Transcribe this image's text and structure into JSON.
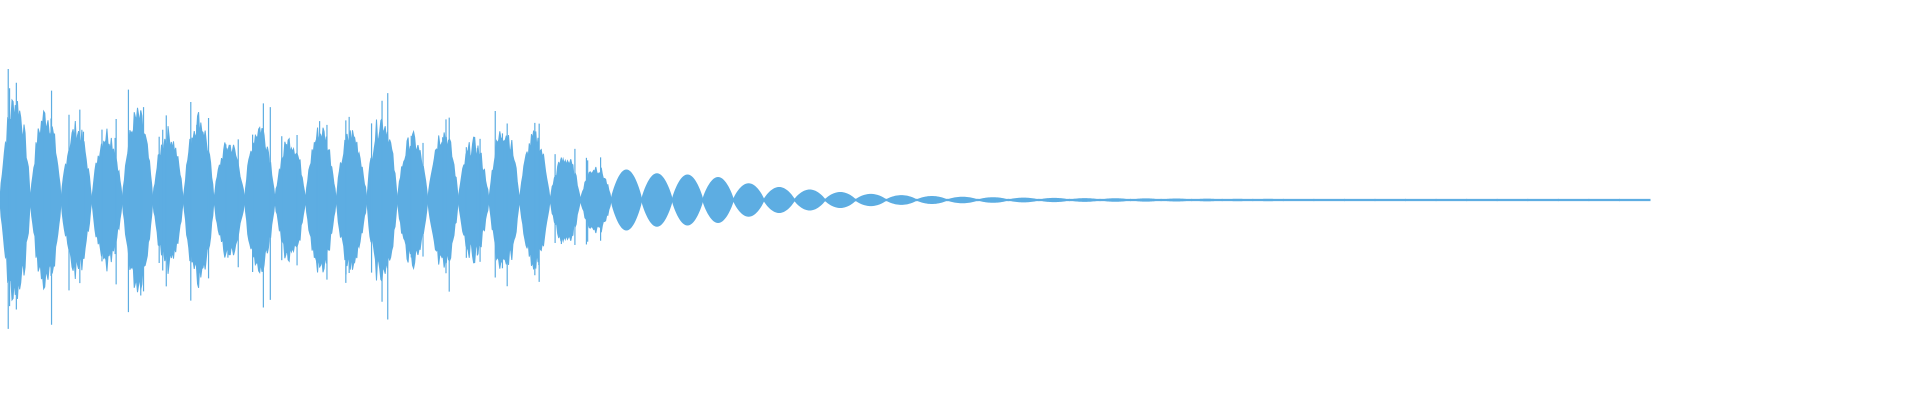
{
  "waveform": {
    "color": "#5dade2",
    "background": "#ffffff",
    "pulses": [
      {
        "amp": 0.78
      },
      {
        "amp": 0.68
      },
      {
        "amp": 0.56
      },
      {
        "amp": 0.53
      },
      {
        "amp": 0.66
      },
      {
        "amp": 0.52
      },
      {
        "amp": 0.64
      },
      {
        "amp": 0.44
      },
      {
        "amp": 0.58
      },
      {
        "amp": 0.47
      },
      {
        "amp": 0.55
      },
      {
        "amp": 0.52
      },
      {
        "amp": 0.64
      },
      {
        "amp": 0.48
      },
      {
        "amp": 0.54
      },
      {
        "amp": 0.44
      },
      {
        "amp": 0.56
      },
      {
        "amp": 0.49
      },
      {
        "amp": 0.33
      },
      {
        "amp": 0.26
      },
      {
        "amp": 0.24
      },
      {
        "amp": 0.21
      },
      {
        "amp": 0.2
      },
      {
        "amp": 0.18
      },
      {
        "amp": 0.13
      },
      {
        "amp": 0.1
      },
      {
        "amp": 0.08
      },
      {
        "amp": 0.06
      },
      {
        "amp": 0.045
      },
      {
        "amp": 0.035
      },
      {
        "amp": 0.028
      },
      {
        "amp": 0.022
      },
      {
        "amp": 0.018
      },
      {
        "amp": 0.015
      },
      {
        "amp": 0.013
      },
      {
        "amp": 0.011
      },
      {
        "amp": 0.01
      },
      {
        "amp": 0.009
      },
      {
        "amp": 0.008
      },
      {
        "amp": 0.007
      },
      {
        "amp": 0.006
      },
      {
        "amp": 0.006
      },
      {
        "amp": 0.005
      },
      {
        "amp": 0.005
      },
      {
        "amp": 0.004
      },
      {
        "amp": 0.004
      },
      {
        "amp": 0.004
      },
      {
        "amp": 0.003
      },
      {
        "amp": 0.003
      },
      {
        "amp": 0.003
      },
      {
        "amp": 0.002
      },
      {
        "amp": 0.002
      },
      {
        "amp": 0.002
      },
      {
        "amp": 0.0015
      }
    ]
  }
}
